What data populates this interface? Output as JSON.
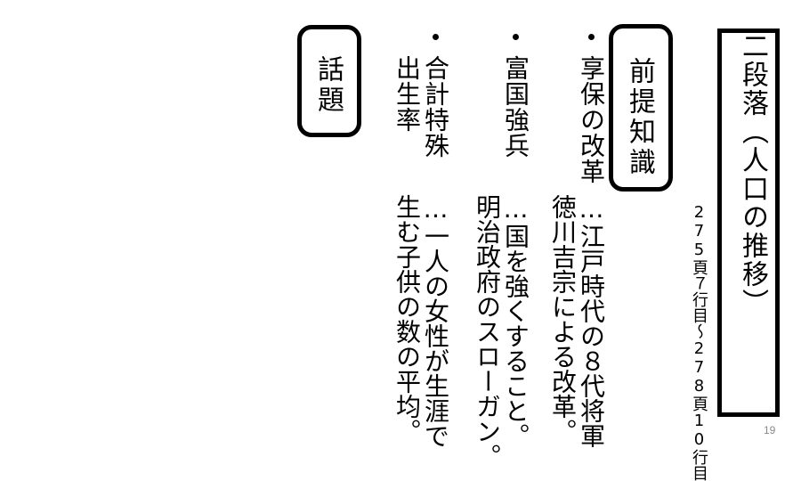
{
  "title": "二段落（人口の推移）",
  "page_reference": "275頁７行目〜278頁10行目",
  "premise_label": "前提知識",
  "topic_label": "話題",
  "items": [
    {
      "term": "享保の改革",
      "desc_line1": "…江戸時代の８代将軍",
      "desc_line2": "徳川吉宗による改革。"
    },
    {
      "term": "富国強兵",
      "desc_line1": "…国を強くすること。",
      "desc_line2": "明治政府のスローガン。"
    },
    {
      "term_line1": "合計特殊",
      "term_line2": "出生率",
      "desc_line1": "…一人の女性が生涯で",
      "desc_line2": "生む子供の数の平均。"
    }
  ],
  "page_number": "19"
}
